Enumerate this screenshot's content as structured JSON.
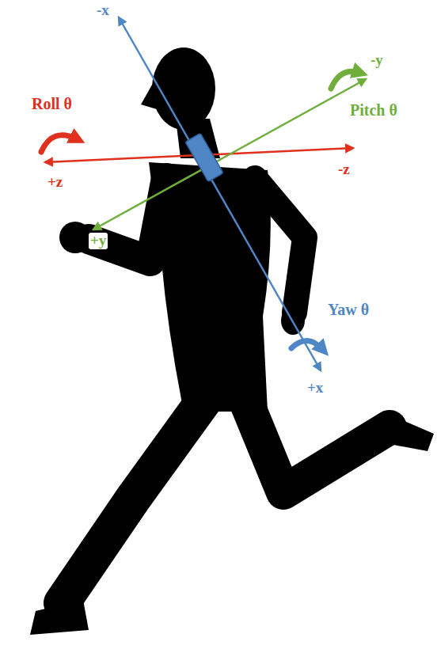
{
  "diagram": {
    "labels": [
      "-x",
      "+x",
      "Roll θ",
      "+z",
      "-z",
      "Pitch θ",
      "-y",
      "+y",
      "Yaw θ"
    ]
  }
}
